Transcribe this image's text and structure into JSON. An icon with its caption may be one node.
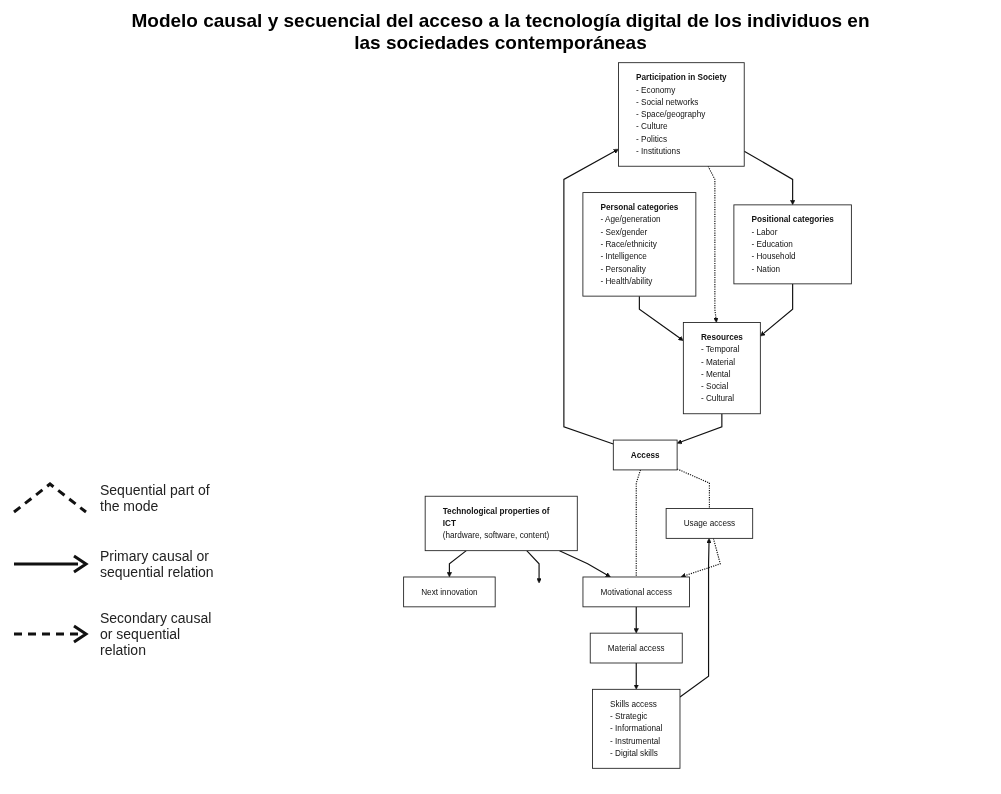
{
  "diagram": {
    "title": "Modelo causal y secuencial del acceso a la tecnología digital de los individuos en las sociedades contemporáneas",
    "nodes": [
      {
        "text": [
          "Positional categories",
          "- Labor",
          "- Education",
          "- Household",
          "- Nation"
        ]
      },
      {
        "text": [
          "Participation in Society",
          "- Economy",
          "- Social networks",
          "- Space/geography",
          "- Culture",
          "- Politics",
          "- Institutions"
        ]
      },
      {
        "text": [
          "Personal categories",
          "- Age/generation",
          "- Sex/gender",
          "- Race/ethnicity",
          "- Intelligence",
          "- Personality",
          "- Health/ability"
        ]
      },
      {
        "text": [
          "Resources",
          "- Temporal",
          "- Material",
          "- Mental",
          "- Social",
          "- Cultural"
        ]
      },
      {
        "text": [
          "Access"
        ]
      },
      {
        "text": [
          "Usage access"
        ]
      },
      {
        "text": [
          "Skills access",
          "- Strategic",
          "- Informational",
          "- Instrumental",
          "- Digital skills"
        ]
      },
      {
        "text": [
          "Material access"
        ]
      },
      {
        "text": [
          "Motivational access"
        ]
      },
      {
        "text": [
          "Next innovation"
        ]
      },
      {
        "text": [
          "Technological properties of ICT",
          "(hardware, software, content)"
        ]
      }
    ],
    "edges": [
      {
        "from": 1,
        "to": 0,
        "arrow": "to"
      },
      {
        "from": 0,
        "to": 3,
        "arrow": "to"
      },
      {
        "from": 2,
        "to": 3,
        "arrow": "to"
      },
      {
        "from": 3,
        "to": 4,
        "arrow": "to"
      },
      {
        "from": 4,
        "to": 1,
        "arrow": "to"
      },
      {
        "from": 4,
        "to": 5,
        "arrow": "none",
        "style": "dashed"
      },
      {
        "from": 4,
        "to": 8,
        "arrow": "none",
        "style": "dashed"
      },
      {
        "from": 8,
        "to": 7,
        "arrow": "to"
      },
      {
        "from": 7,
        "to": 6,
        "arrow": "to"
      },
      {
        "from": 6,
        "to": 5,
        "arrow": "to"
      },
      {
        "from": 5,
        "to": 8,
        "arrow": "to",
        "style": "dashed"
      },
      {
        "from": 10,
        "to": 8,
        "arrow": "to"
      },
      {
        "from": 10,
        "to": null,
        "arrow": "to"
      },
      {
        "from": 10,
        "to": 9,
        "arrow": "to"
      },
      {
        "from": 1,
        "to": 3,
        "arrow": "to",
        "style": "dashed"
      }
    ],
    "legend": [
      {
        "text": "Sequential part of the mode"
      },
      {
        "text": "Primary causal or sequential relation"
      },
      {
        "text": "Secondary causal or sequential relation"
      }
    ]
  }
}
